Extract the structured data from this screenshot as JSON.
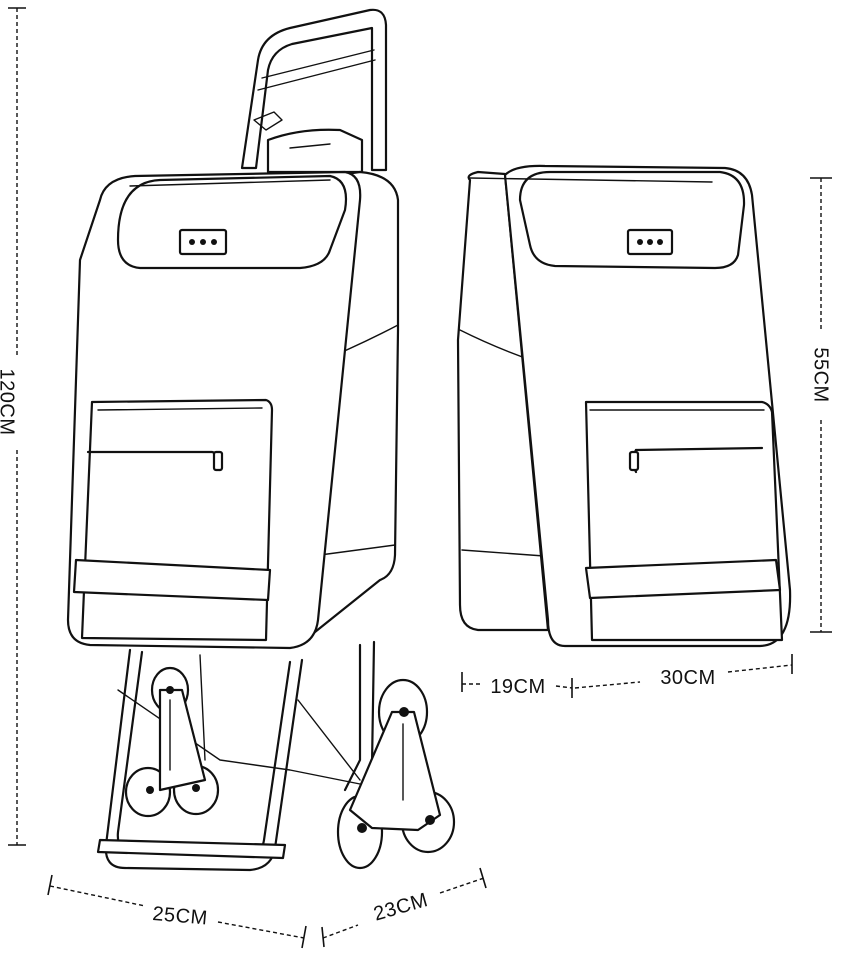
{
  "dimensions": {
    "total_height": "120CM",
    "bag_height": "55CM",
    "bag_depth": "19CM",
    "bag_width": "30CM",
    "frame_width": "25CM",
    "frame_depth": "23CM"
  },
  "colors": {
    "line": "#111111",
    "background": "#ffffff",
    "fill": "#ffffff"
  },
  "icons": {
    "logo_patch": "brand-logo-patch"
  }
}
